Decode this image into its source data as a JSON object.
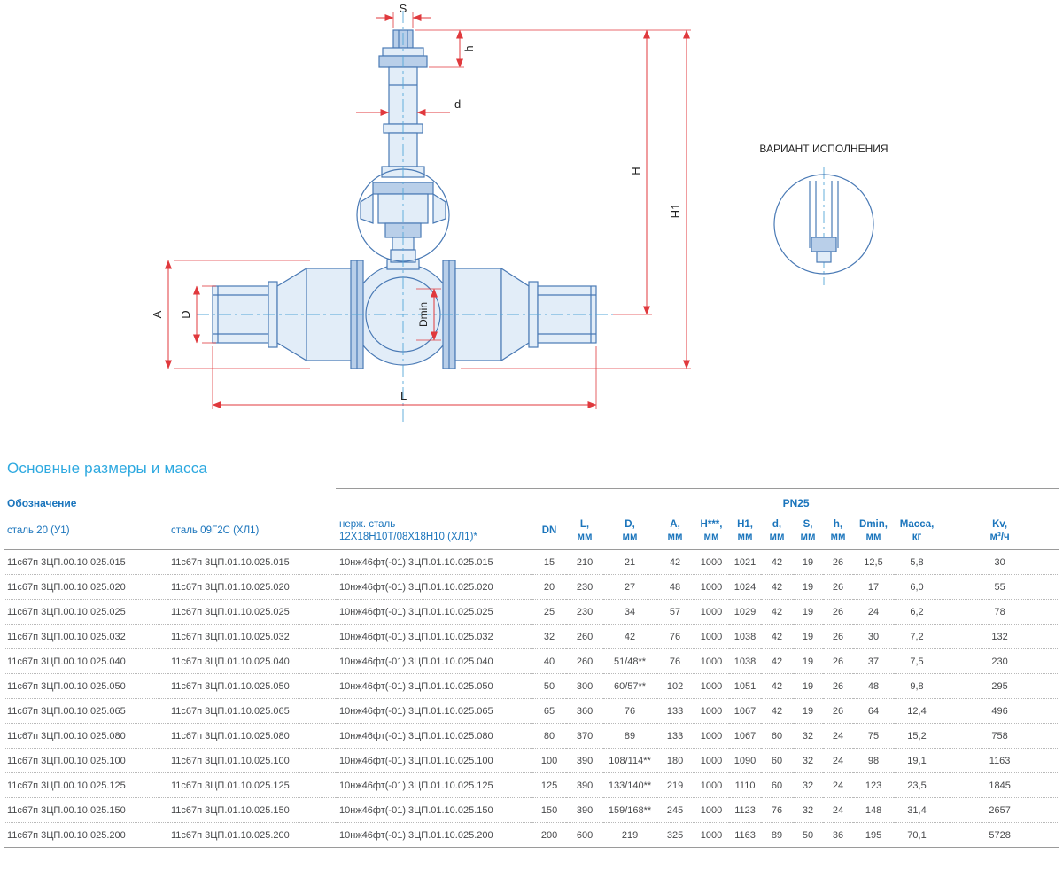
{
  "drawing": {
    "variant_label": "ВАРИАНТ ИСПОЛНЕНИЯ",
    "dim_labels": {
      "S": "S",
      "h": "h",
      "d": "d",
      "H": "H",
      "H1": "H1",
      "A": "A",
      "D": "D",
      "Dmin": "Dmin",
      "L": "L"
    }
  },
  "section_title": "Основные размеры и масса",
  "table": {
    "designation_header": "Обозначение",
    "pn_header": "PN25",
    "designation_columns": [
      "сталь 20 (У1)",
      "сталь 09Г2С (ХЛ1)",
      "нерж. сталь\n12Х18Н10Т/08Х18Н10 (ХЛ1)*"
    ],
    "dim_columns": [
      {
        "top": "DN",
        "bottom": ""
      },
      {
        "top": "L,",
        "bottom": "мм"
      },
      {
        "top": "D,",
        "bottom": "мм"
      },
      {
        "top": "A,",
        "bottom": "мм"
      },
      {
        "top": "H***,",
        "bottom": "мм"
      },
      {
        "top": "H1,",
        "bottom": "мм"
      },
      {
        "top": "d,",
        "bottom": "мм"
      },
      {
        "top": "S,",
        "bottom": "мм"
      },
      {
        "top": "h,",
        "bottom": "мм"
      },
      {
        "top": "Dmin,",
        "bottom": "мм"
      },
      {
        "top": "Масса,",
        "bottom": "кг"
      },
      {
        "top": "Kv,",
        "bottom": "м³/ч"
      }
    ],
    "rows": [
      {
        "c1": "11с67п 3ЦП.00.10.025.015",
        "c2": "11с67п 3ЦП.01.10.025.015",
        "c3": "10нж46фт(-01) 3ЦП.01.10.025.015",
        "v": [
          "15",
          "210",
          "21",
          "42",
          "1000",
          "1021",
          "42",
          "19",
          "26",
          "12,5",
          "5,8",
          "30"
        ]
      },
      {
        "c1": "11с67п 3ЦП.00.10.025.020",
        "c2": "11с67п 3ЦП.01.10.025.020",
        "c3": "10нж46фт(-01) 3ЦП.01.10.025.020",
        "v": [
          "20",
          "230",
          "27",
          "48",
          "1000",
          "1024",
          "42",
          "19",
          "26",
          "17",
          "6,0",
          "55"
        ]
      },
      {
        "c1": "11с67п 3ЦП.00.10.025.025",
        "c2": "11с67п 3ЦП.01.10.025.025",
        "c3": "10нж46фт(-01) 3ЦП.01.10.025.025",
        "v": [
          "25",
          "230",
          "34",
          "57",
          "1000",
          "1029",
          "42",
          "19",
          "26",
          "24",
          "6,2",
          "78"
        ]
      },
      {
        "c1": "11с67п 3ЦП.00.10.025.032",
        "c2": "11с67п 3ЦП.01.10.025.032",
        "c3": "10нж46фт(-01) 3ЦП.01.10.025.032",
        "v": [
          "32",
          "260",
          "42",
          "76",
          "1000",
          "1038",
          "42",
          "19",
          "26",
          "30",
          "7,2",
          "132"
        ]
      },
      {
        "c1": "11с67п 3ЦП.00.10.025.040",
        "c2": "11с67п 3ЦП.01.10.025.040",
        "c3": "10нж46фт(-01) 3ЦП.01.10.025.040",
        "v": [
          "40",
          "260",
          "51/48**",
          "76",
          "1000",
          "1038",
          "42",
          "19",
          "26",
          "37",
          "7,5",
          "230"
        ]
      },
      {
        "c1": "11с67п 3ЦП.00.10.025.050",
        "c2": "11с67п 3ЦП.01.10.025.050",
        "c3": "10нж46фт(-01) 3ЦП.01.10.025.050",
        "v": [
          "50",
          "300",
          "60/57**",
          "102",
          "1000",
          "1051",
          "42",
          "19",
          "26",
          "48",
          "9,8",
          "295"
        ]
      },
      {
        "c1": "11с67п 3ЦП.00.10.025.065",
        "c2": "11с67п 3ЦП.01.10.025.065",
        "c3": "10нж46фт(-01) 3ЦП.01.10.025.065",
        "v": [
          "65",
          "360",
          "76",
          "133",
          "1000",
          "1067",
          "42",
          "19",
          "26",
          "64",
          "12,4",
          "496"
        ]
      },
      {
        "c1": "11с67п 3ЦП.00.10.025.080",
        "c2": "11с67п 3ЦП.01.10.025.080",
        "c3": "10нж46фт(-01) 3ЦП.01.10.025.080",
        "v": [
          "80",
          "370",
          "89",
          "133",
          "1000",
          "1067",
          "60",
          "32",
          "24",
          "75",
          "15,2",
          "758"
        ]
      },
      {
        "c1": "11с67п 3ЦП.00.10.025.100",
        "c2": "11с67п 3ЦП.01.10.025.100",
        "c3": "10нж46фт(-01) 3ЦП.01.10.025.100",
        "v": [
          "100",
          "390",
          "108/114**",
          "180",
          "1000",
          "1090",
          "60",
          "32",
          "24",
          "98",
          "19,1",
          "1163"
        ]
      },
      {
        "c1": "11с67п 3ЦП.00.10.025.125",
        "c2": "11с67п 3ЦП.01.10.025.125",
        "c3": "10нж46фт(-01) 3ЦП.01.10.025.125",
        "v": [
          "125",
          "390",
          "133/140**",
          "219",
          "1000",
          "1110",
          "60",
          "32",
          "24",
          "123",
          "23,5",
          "1845"
        ]
      },
      {
        "c1": "11с67п 3ЦП.00.10.025.150",
        "c2": "11с67п 3ЦП.01.10.025.150",
        "c3": "10нж46фт(-01) 3ЦП.01.10.025.150",
        "v": [
          "150",
          "390",
          "159/168**",
          "245",
          "1000",
          "1123",
          "76",
          "32",
          "24",
          "148",
          "31,4",
          "2657"
        ]
      },
      {
        "c1": "11с67п 3ЦП.00.10.025.200",
        "c2": "11с67п 3ЦП.01.10.025.200",
        "c3": "10нж46фт(-01) 3ЦП.01.10.025.200",
        "v": [
          "200",
          "600",
          "219",
          "325",
          "1000",
          "1163",
          "89",
          "50",
          "36",
          "195",
          "70,1",
          "5728"
        ]
      }
    ]
  }
}
